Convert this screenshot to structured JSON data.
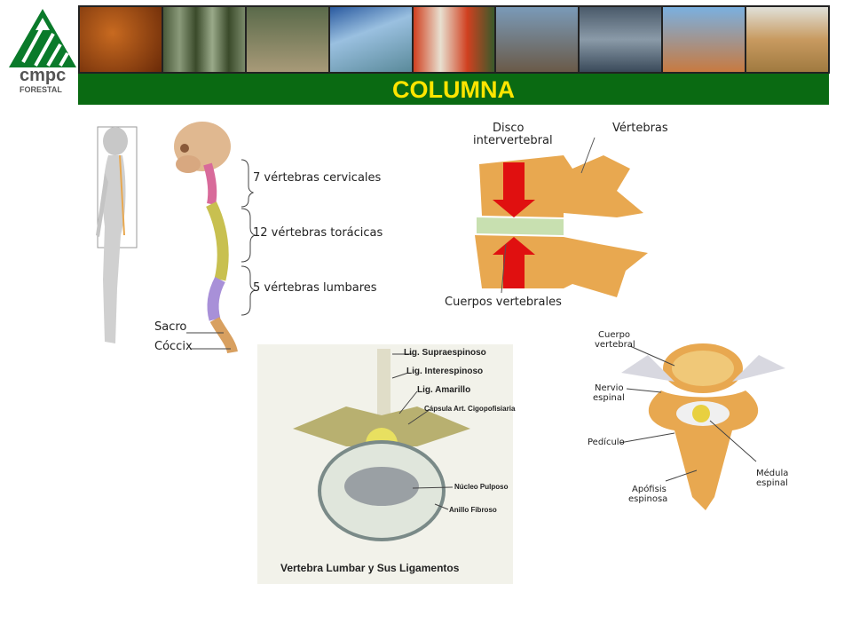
{
  "logo": {
    "line1": "cmpc",
    "line2": "FORESTAL"
  },
  "banner": {
    "title": "COLUMNA"
  },
  "spine": {
    "cervical": "7 vértebras cervicales",
    "thoracic": "12 vértebras torácicas",
    "lumbar": "5 vértebras lumbares",
    "sacrum": "Sacro",
    "coccyx": "Cóccix"
  },
  "disc": {
    "disc_line1": "Disco",
    "disc_line2": "intervertebral",
    "vertebrae": "Vértebras",
    "bodies": "Cuerpos vertebrales"
  },
  "lumbar_diagram": {
    "supra": "Lig. Supraespinoso",
    "inter": "Lig. Interespinoso",
    "amarillo": "Lig. Amarillo",
    "capsula": "Cápsula Art. Cigopofisiaria",
    "nucleo": "Núcleo Pulposo",
    "anillo": "Anillo Fibroso",
    "caption": "Vertebra Lumbar y Sus Ligamentos"
  },
  "section_diagram": {
    "cuerpo_line1": "Cuerpo",
    "cuerpo_line2": "vertebral",
    "nervio_line1": "Nervio",
    "nervio_line2": "espinal",
    "pediculo": "Pedículo",
    "apofisis_line1": "Apófisis",
    "apofisis_line2": "espinosa",
    "medula_line1": "Médula",
    "medula_line2": "espinal"
  },
  "colors": {
    "banner_green": "#0a6a12",
    "title_yellow": "#ffe500",
    "bone": "#e8a850",
    "arrow_red": "#e01010"
  }
}
